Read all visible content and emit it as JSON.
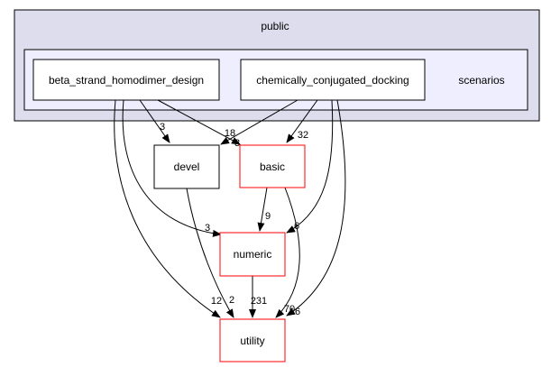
{
  "colors": {
    "outer_cluster_fill": "#dddded",
    "outer_cluster_stroke": "#000000",
    "inner_cluster_fill": "#eeeefe",
    "inner_cluster_stroke": "#000000",
    "node_fill": "#ffffff",
    "node_stroke_default": "#000000",
    "node_stroke_highlight": "#ff0000",
    "edge": "#000000"
  },
  "clusters": {
    "outer_label": "public",
    "inner_label": "scenarios"
  },
  "nodes": [
    {
      "id": "beta_strand_homodimer_design",
      "label": "beta_strand_homodimer_design",
      "border": "black"
    },
    {
      "id": "chemically_conjugated_docking",
      "label": "chemically_conjugated_docking",
      "border": "black"
    },
    {
      "id": "devel",
      "label": "devel",
      "border": "black"
    },
    {
      "id": "basic",
      "label": "basic",
      "border": "red"
    },
    {
      "id": "numeric",
      "label": "numeric",
      "border": "red"
    },
    {
      "id": "utility",
      "label": "utility",
      "border": "red"
    }
  ],
  "edges": [
    {
      "from": "beta_strand_homodimer_design",
      "to": "devel",
      "label": "3"
    },
    {
      "from": "beta_strand_homodimer_design",
      "to": "basic",
      "label": "18"
    },
    {
      "from": "beta_strand_homodimer_design",
      "to": "numeric",
      "label": "3"
    },
    {
      "from": "beta_strand_homodimer_design",
      "to": "utility",
      "label": "12"
    },
    {
      "from": "chemically_conjugated_docking",
      "to": "devel",
      "label": "3"
    },
    {
      "from": "chemically_conjugated_docking",
      "to": "basic",
      "label": "32"
    },
    {
      "from": "chemically_conjugated_docking",
      "to": "numeric",
      "label": "6"
    },
    {
      "from": "chemically_conjugated_docking",
      "to": "utility",
      "label": "16"
    },
    {
      "from": "devel",
      "to": "utility",
      "label": "2"
    },
    {
      "from": "basic",
      "to": "numeric",
      "label": "9"
    },
    {
      "from": "basic",
      "to": "utility",
      "label": "70"
    },
    {
      "from": "numeric",
      "to": "utility",
      "label": "231"
    }
  ]
}
